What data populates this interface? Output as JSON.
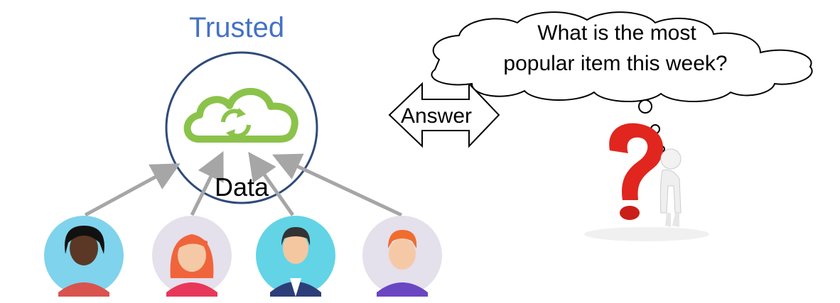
{
  "server": {
    "title": "Trusted",
    "title_color": "#4472c4",
    "icon": "cloud-sync-icon",
    "cloud_color": "#8bc34a",
    "ring_color": "#2f4a7a"
  },
  "data_label": "Data",
  "answer_label": "Answer",
  "question": {
    "line1": "What is the most",
    "line2": "popular item this week?"
  },
  "users": [
    {
      "icon": "user-avatar-icon",
      "bg": "#7fd3ec",
      "skin": "#5a3825",
      "hair": "#111111",
      "shirt": "#d9534f"
    },
    {
      "icon": "user-avatar-icon",
      "bg": "#e4e0ec",
      "skin": "#f6c9a6",
      "hair": "#f0643c",
      "shirt": "#e8385a"
    },
    {
      "icon": "user-avatar-icon",
      "bg": "#62d4e6",
      "skin": "#f4c7a1",
      "hair": "#333333",
      "shirt": "#2c3e78"
    },
    {
      "icon": "user-avatar-icon",
      "bg": "#e4e0ec",
      "skin": "#f6c9a6",
      "hair": "#ef6d2f",
      "shirt": "#6a46c2"
    }
  ],
  "analyst": {
    "icon": "question-mark-thinker-icon",
    "mark_color": "#e0261e"
  }
}
